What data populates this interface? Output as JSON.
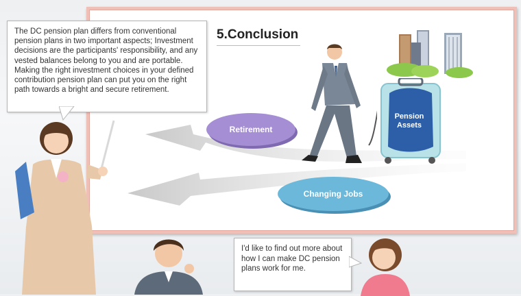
{
  "slide": {
    "title": "5.Conclusion"
  },
  "teacher_bubble": {
    "paragraph1": "The DC pension plan differs from conventional pension plans in two important aspects; Investment decisions are the participants' responsibility, and any vested balances belong to you and are portable.",
    "paragraph2": "Making the right investment choices in your defined contribution pension plan can put you on the right path towards a bright and secure retirement."
  },
  "student_bubble": {
    "text": "I'd like to find out more about how I can make DC pension plans work for me."
  },
  "diagram": {
    "path_retirement": "Retirement",
    "path_changing_jobs": "Changing Jobs",
    "suitcase_label": "Pension Assets"
  },
  "colors": {
    "board_border": "#efc0b8",
    "retirement_oval": "#a58ed3",
    "changing_jobs_oval": "#6cb8da",
    "suitcase_blue": "#2d5fa8"
  },
  "icons": [
    "businessman-icon",
    "suitcase-icon",
    "city-buildings-icon",
    "presenter-woman-icon",
    "man-thinking-icon",
    "woman-smiling-icon",
    "arrow-left-icon"
  ]
}
